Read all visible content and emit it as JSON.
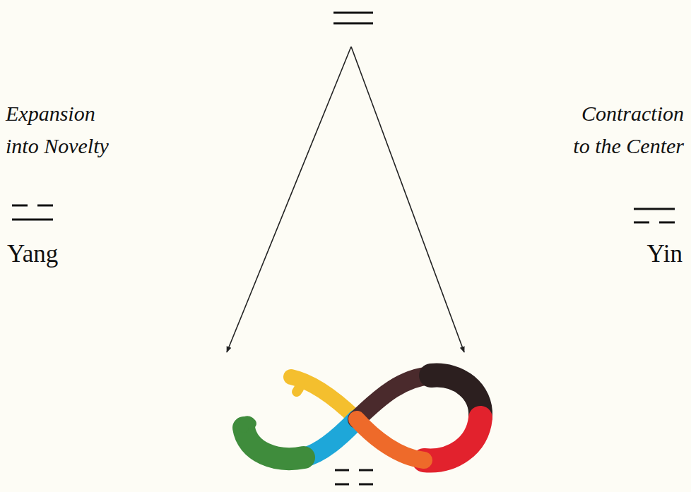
{
  "diagram": {
    "labels": [
      "Expansion into Novelty",
      "Yang",
      "Contraction to the Center",
      "Yin"
    ]
  }
}
